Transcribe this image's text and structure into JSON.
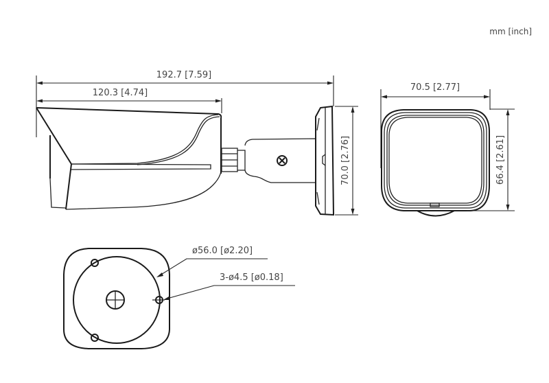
{
  "units": {
    "label": "mm [inch]"
  },
  "side_view": {
    "overall_length": "192.7 [7.59]",
    "body_length": "120.3 [4.74]",
    "mount_height": "70.0 [2.76]"
  },
  "front_view": {
    "width": "70.5 [2.77]",
    "height": "66.4 [2.61]"
  },
  "base_view": {
    "bolt_circle_diameter": "ø56.0 [ø2.20]",
    "hole_spec": "3-ø4.5 [ø0.18]"
  },
  "colors": {
    "line": "#222222",
    "text": "#444444",
    "background": "#ffffff"
  }
}
